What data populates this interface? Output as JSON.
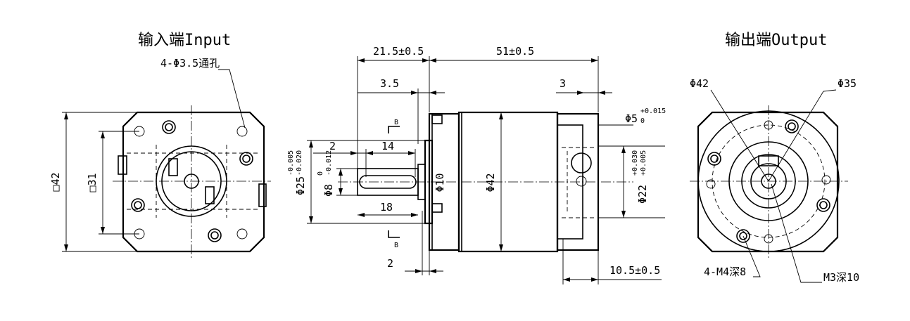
{
  "input_view": {
    "title": "输入端Input",
    "hole_note": "4-Φ3.5通孔",
    "square_outer": "□42",
    "square_inner": "□31"
  },
  "side_view": {
    "dim_shaft_length": "21.5±0.5",
    "dim_body_length": "51±0.5",
    "dim_3_5": "3.5",
    "dim_3": "3",
    "dim_2_top": "2",
    "dim_14": "14",
    "dim_18": "18",
    "dim_2_bottom": "2",
    "dim_10_5": "10.5±0.5",
    "dia_10": "Φ10",
    "dia_42": "Φ42",
    "dia_25": "Φ25",
    "dia_25_tol_upper": "-0.005",
    "dia_25_tol_lower": "-0.020",
    "dia_8": "Φ8",
    "dia_8_tol_upper": "0",
    "dia_8_tol_lower": "-0.012",
    "dia_22": "Φ22",
    "dia_22_tol_upper": "+0.030",
    "dia_22_tol_lower": "+0.005",
    "dia_5": "Φ5",
    "dia_5_tol_upper": "+0.015",
    "dia_5_tol_lower": "0",
    "section_label_top": "B",
    "section_label_bottom": "B"
  },
  "output_view": {
    "title": "输出端Output",
    "dia_42": "Φ42",
    "dia_35": "Φ35",
    "thread_note_m4": "4-M4深8",
    "thread_note_m3": "M3深10"
  }
}
